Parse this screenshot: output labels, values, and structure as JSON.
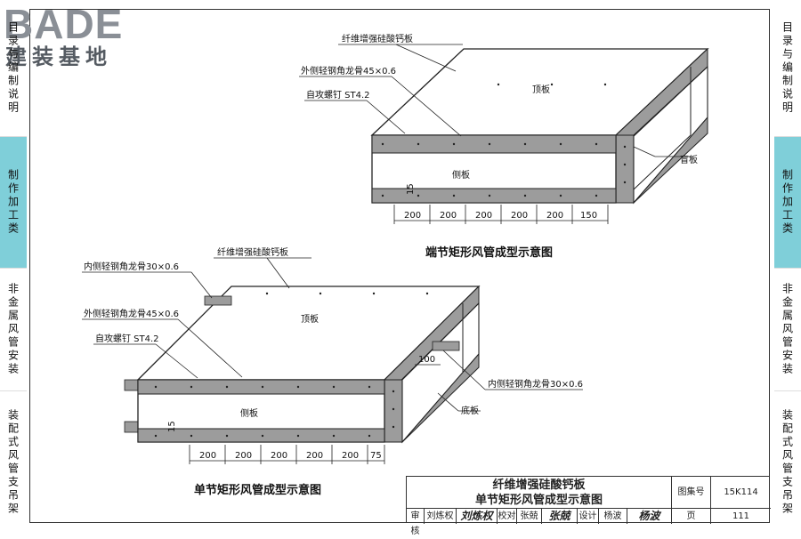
{
  "logo": {
    "brand": "BADE",
    "subtitle": "建装基地"
  },
  "left_tabs": [
    {
      "label": "目录与编制说明",
      "active": false
    },
    {
      "label": "制作加工类",
      "active": true
    },
    {
      "label": "非金属风管安装",
      "active": false
    },
    {
      "label": "装配式风管支吊架",
      "active": false
    }
  ],
  "right_tabs": [
    {
      "label": "目录与编制说明",
      "active": false
    },
    {
      "label": "制作加工类",
      "active": true
    },
    {
      "label": "非金属风管安装",
      "active": false
    },
    {
      "label": "装配式风管支吊架",
      "active": false
    }
  ],
  "diagram_top": {
    "caption": "端节矩形风管成型示意图",
    "labels": {
      "board": "纤维增强硅酸钙板",
      "outer_angle": "外侧轻钢角龙骨45×0.6",
      "screw": "自攻螺钉 ST4.2",
      "top_panel": "顶板",
      "side_panel": "侧板",
      "blind_panel": "盲板",
      "edge": "15"
    },
    "dims": [
      "200",
      "200",
      "200",
      "200",
      "200",
      "150"
    ]
  },
  "diagram_bottom": {
    "caption": "单节矩形风管成型示意图",
    "labels": {
      "board": "纤维增强硅酸钙板",
      "inner_angle": "内侧轻钢角龙骨30×0.6",
      "outer_angle": "外侧轻钢角龙骨45×0.6",
      "screw": "自攻螺钉 ST4.2",
      "top_panel": "顶板",
      "side_panel": "侧板",
      "bottom_panel": "底板",
      "inner_angle_right": "内侧轻钢角龙骨30×0.6",
      "inner_dim": "100",
      "edge": "15"
    },
    "dims": [
      "200",
      "200",
      "200",
      "200",
      "200",
      "75"
    ]
  },
  "title_block": {
    "title_line1": "纤维增强硅酸钙板",
    "title_line2": "单节矩形风管成型示意图",
    "atlas_label": "图集号",
    "atlas_no": "15K114",
    "page_label": "页",
    "page_no": "111",
    "review_label": "审核",
    "reviewer": "刘炼权",
    "reviewer_sig": "刘炼权",
    "check_label": "校对",
    "checker": "张兢",
    "checker_sig": "张兢",
    "design_label": "设计",
    "designer": "杨波",
    "designer_sig": "杨波"
  }
}
